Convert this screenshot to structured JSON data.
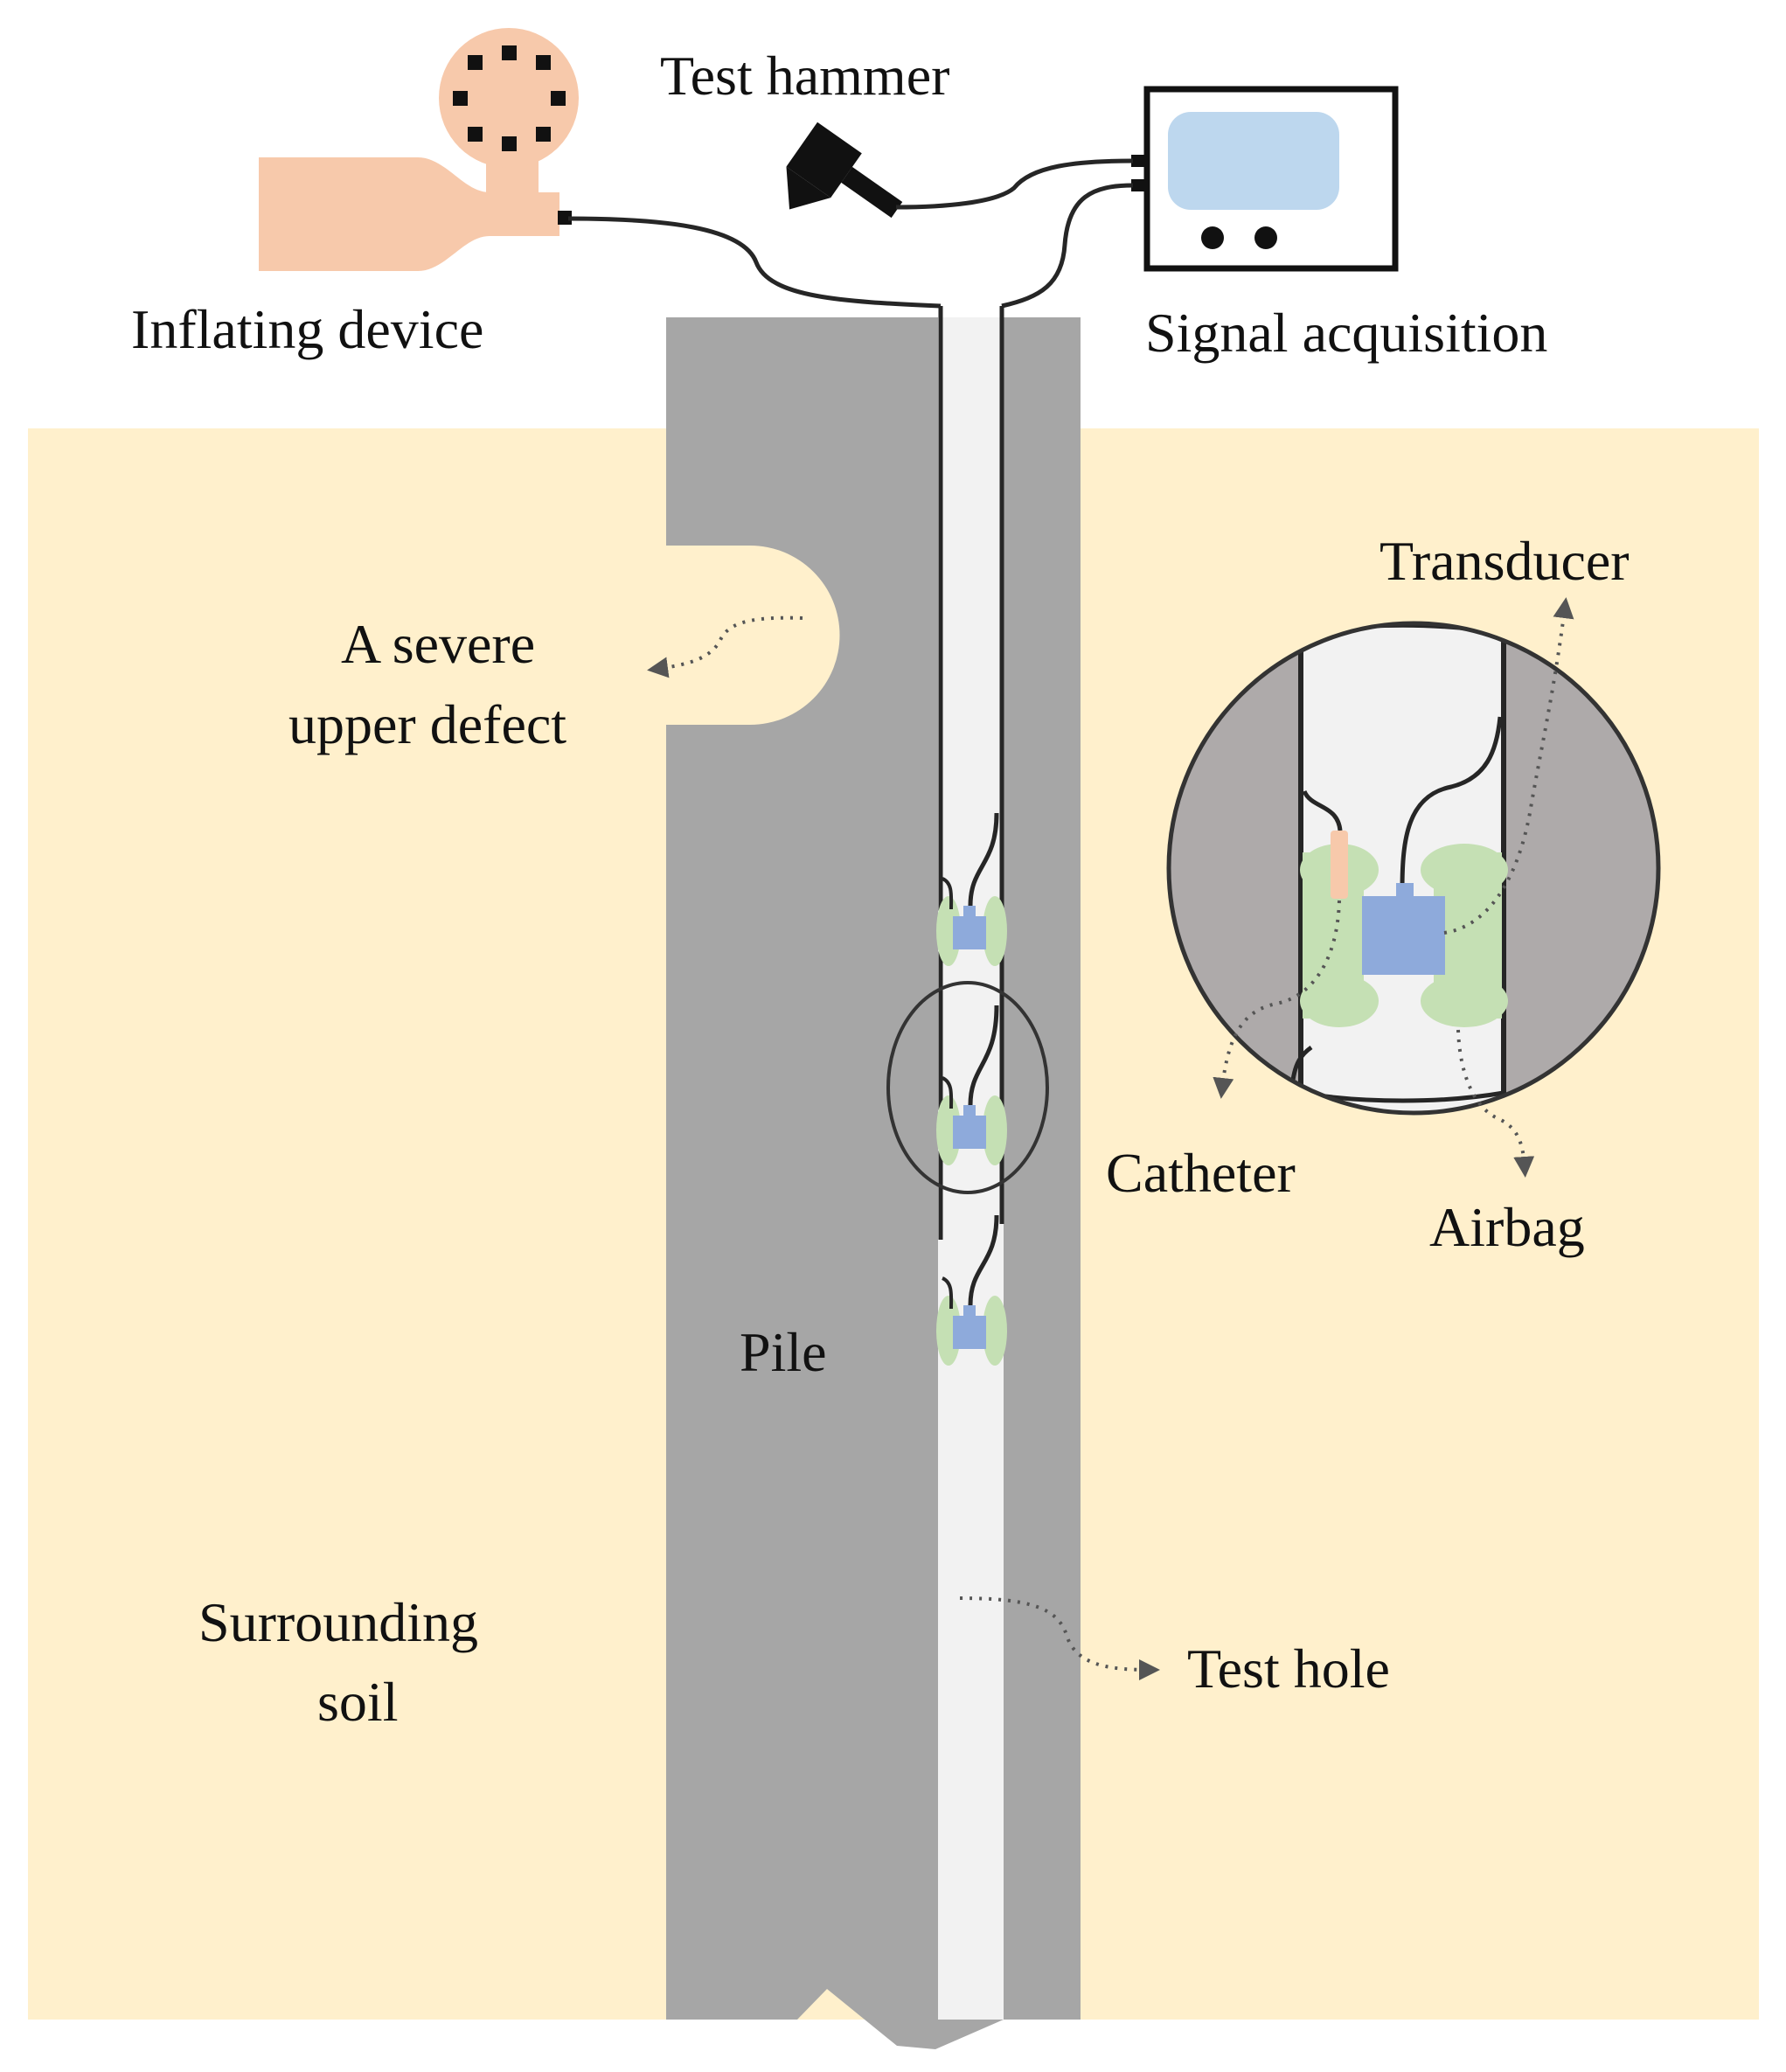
{
  "labels": {
    "test_hammer": "Test hammer",
    "inflating_device": "Inflating device",
    "signal_acquisition": "Signal acquisition",
    "transducer": "Transducer",
    "defect_line1": "A severe",
    "defect_line2": "upper defect",
    "catheter": "Catheter",
    "airbag": "Airbag",
    "pile": "Pile",
    "soil_line1": "Surrounding",
    "soil_line2": "soil",
    "test_hole": "Test hole"
  },
  "colors": {
    "soil": "#fff0cc",
    "pile": "#a6a6a6",
    "pile_zoom": "#aeaaaa",
    "hole": "#f2f2f2",
    "inflator": "#f7c9ab",
    "screen": "#bdd7ee",
    "transducer": "#8eaadb",
    "airbag": "#c5e0b4",
    "cable": "#262626",
    "arrow": "#555555"
  }
}
